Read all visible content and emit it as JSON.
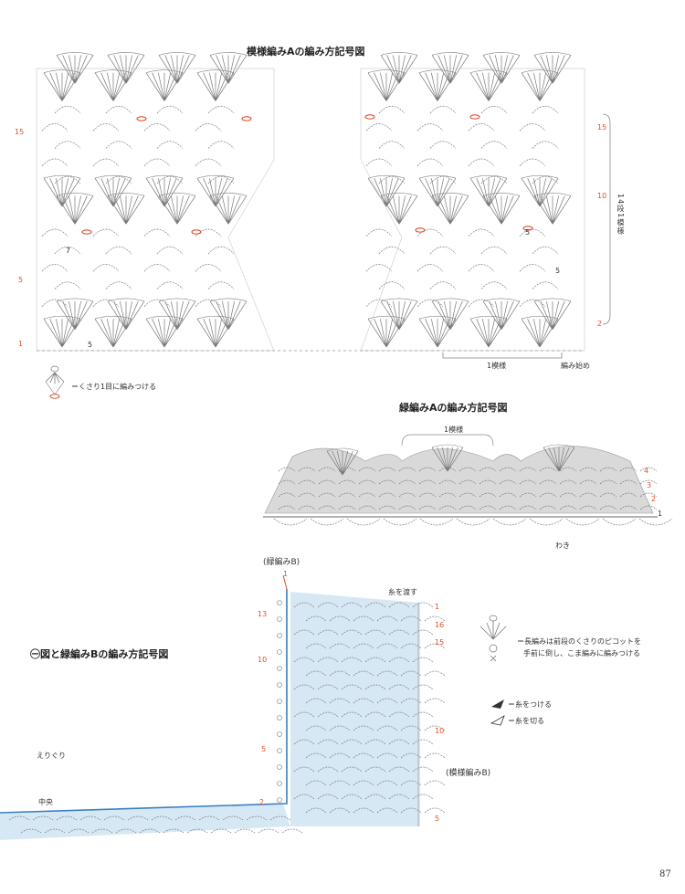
{
  "titles": {
    "pattern_a": "模様編みAの編み方記号図",
    "edging_a": "緑編みAの編み方記号図",
    "collar_b": "㊀図と緑編みBの編み方記号図"
  },
  "pattern_a": {
    "left_row_numbers": [
      "15",
      "5",
      "1"
    ],
    "inner_marks": [
      "7",
      "5"
    ],
    "right_row_numbers": [
      "15",
      "10",
      "2"
    ],
    "right_inner_marks": [
      "5",
      "5"
    ],
    "repeat_label": "14段1模様",
    "one_repeat": "1模様",
    "start": "編み始め",
    "legend": "＝くさり1目に編みつける"
  },
  "edging_a": {
    "one_repeat": "1模様",
    "rows": [
      "4",
      "3",
      "2",
      "1"
    ],
    "side": "わき"
  },
  "collar_b": {
    "edging_label": "(緑編みB)",
    "top_row": "1",
    "left_rows": [
      "13",
      "10",
      "5",
      "2"
    ],
    "yarn_pass": "糸を渡す",
    "right_rows": [
      "1",
      "16",
      "15",
      "10",
      "5"
    ],
    "pattern_label": "(模様編みB)",
    "neckline": "えりぐり",
    "center": "中央"
  },
  "legend": {
    "long_st_line1": "＝長編みは前段のくさりのピコットを",
    "long_st_line2": "手前に倒し、こま編みに編みつける",
    "attach": "＝糸をつける",
    "cut": "＝糸を切る"
  },
  "page_number": "87",
  "colors": {
    "accent_red": "#e0502a",
    "shade_gray": "#d9d9d9",
    "shade_blue": "#d7e8f5",
    "stitch": "#7a7a7a"
  }
}
